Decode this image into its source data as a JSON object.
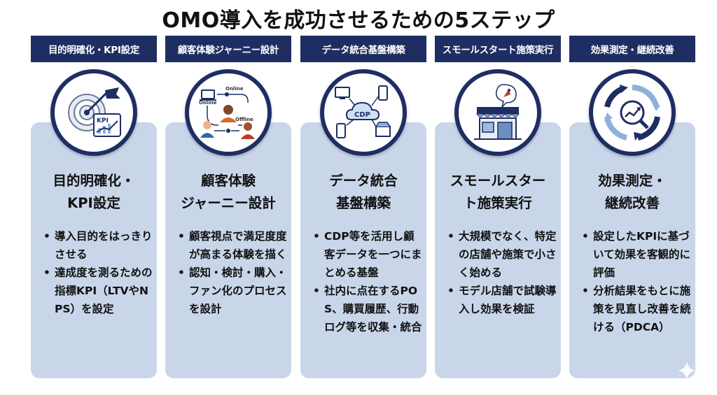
{
  "title": "OMO導入を成功させるための5ステップ",
  "colors": {
    "navy": "#1e2e63",
    "card": "#c9d6ea",
    "accent": "#8fb0d8"
  },
  "steps": [
    {
      "header": "目的明確化・KPI設定",
      "title_lines": [
        "目的明確化・",
        "KPI設定"
      ],
      "icon": "target-kpi-icon",
      "icon_text": "KPI",
      "bullets": [
        "導入目的をはっきりさせる",
        "達成度を測るための指標KPI（LTVやNPS）を設定"
      ]
    },
    {
      "header": "顧客体験ジャーニー設計",
      "title_lines": [
        "顧客体験",
        "ジャーニー設計"
      ],
      "icon": "customer-journey-icon",
      "icon_labels": [
        "Online",
        "Online",
        "Offline"
      ],
      "bullets": [
        "顧客視点で満足度度が高まる体験を描く",
        "認知・検討・購入・ファン化のプロセスを設計"
      ]
    },
    {
      "header": "データ統合基盤構築",
      "title_lines": [
        "データ統合",
        "基盤構築"
      ],
      "icon": "cdp-cloud-icon",
      "icon_text": "CDP",
      "bullets": [
        "CDP等を活用し顧客データを一つにまとめる基盤",
        "社内に点在するPOS、購買履歴、行動ログ等を収集・統合"
      ]
    },
    {
      "header": "スモールスタート施策実行",
      "title_lines": [
        "スモールスター",
        "ト施策実行"
      ],
      "icon": "store-rocket-icon",
      "bullets": [
        "大規模でなく、特定の店舗や施策で小さく始める",
        "モデル店舗で試験導入し効果を検証"
      ]
    },
    {
      "header": "効果測定・継続改善",
      "title_lines": [
        "効果測定・",
        "継続改善"
      ],
      "icon": "improvement-cycle-icon",
      "bullets": [
        "設定したKPIに基づいて効果を客観的に評価",
        "分析結果をもとに施策を見直し改善を続ける（PDCA）"
      ]
    }
  ]
}
